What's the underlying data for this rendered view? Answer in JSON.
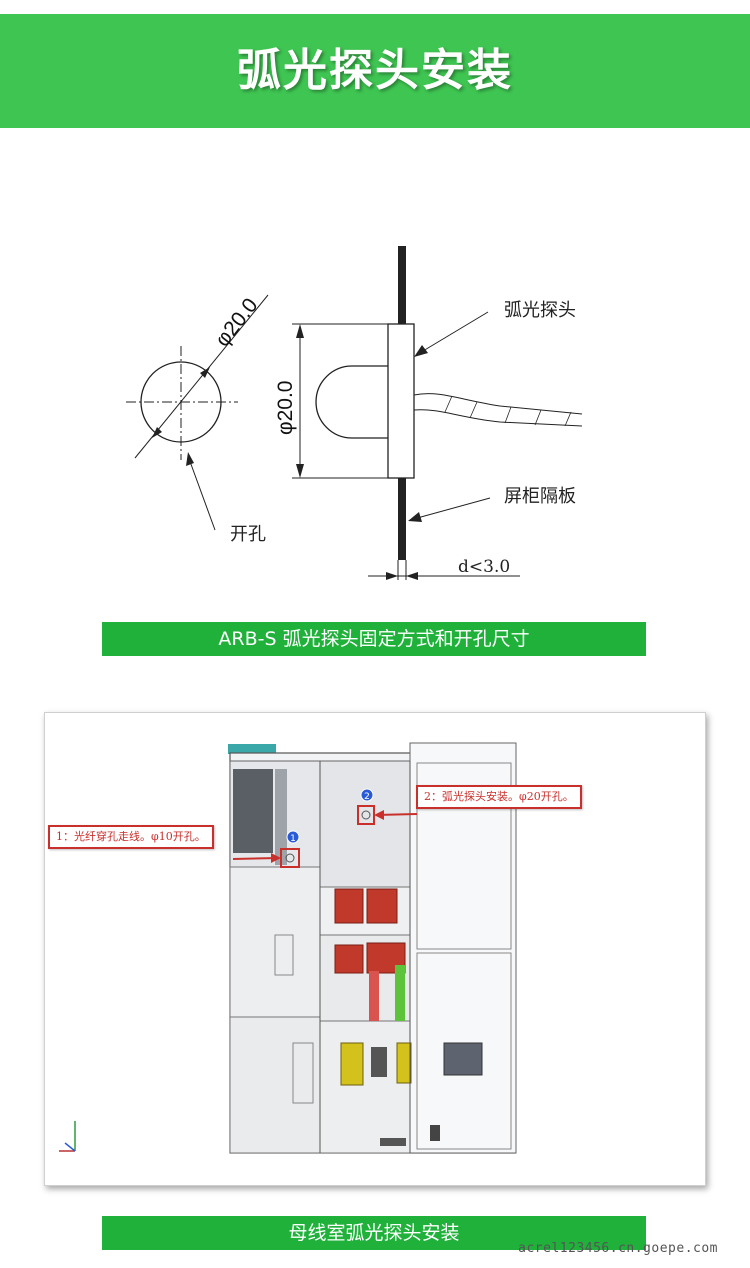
{
  "header": {
    "title": "弧光探头安装"
  },
  "figure1": {
    "dim_hole": "φ20.0",
    "dim_probe": "φ20.0",
    "label_probe": "弧光探头",
    "label_panel": "屏柜隔板",
    "label_hole": "开孔",
    "label_thickness": "d<3.0",
    "caption": "ARB-S 弧光探头固定方式和开孔尺寸"
  },
  "figure2": {
    "marker1": "1",
    "marker2": "2",
    "callout1": "1：光纤穿孔走线。φ10开孔。",
    "callout2": "2：弧光探头安装。φ20开孔。",
    "caption": "母线室弧光探头安装"
  },
  "footer": {
    "watermark": "acrel123456.cn.goepe.com"
  },
  "colors": {
    "banner": "#3fc552",
    "caption_bar": "#1fb13a",
    "callout_red": "#c9302c"
  }
}
